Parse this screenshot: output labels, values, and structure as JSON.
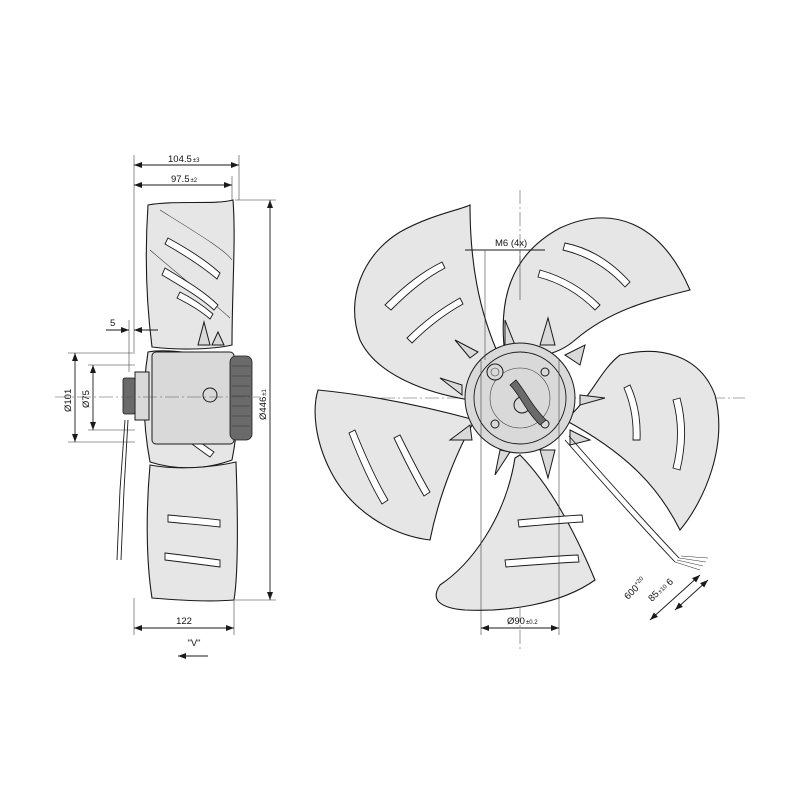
{
  "side_view": {
    "dim_width_overall": "104.5",
    "dim_width_overall_tol": "±3",
    "dim_width_blade": "97.5",
    "dim_width_blade_tol": "±2",
    "dim_offset": "5",
    "dim_dia_101": "Ø101",
    "dim_dia_75": "Ø75",
    "dim_dia_446": "Ø446",
    "dim_dia_446_tol": "±1",
    "dim_depth": "122",
    "view_label": "\"V\""
  },
  "front_view": {
    "thread_label": "M6 (4x)",
    "dim_dia_90": "Ø90",
    "dim_dia_90_tol": "±0.2",
    "cable_len": "600",
    "cable_len_tol": "+20",
    "strip_len": "85",
    "strip_len_tol": "±10",
    "strip_end": "6"
  },
  "colors": {
    "line": "#1a1a1a",
    "blade_fill": "#e6e6e6",
    "background": "#ffffff"
  },
  "icons": {
    "view_arrow": "arrow-left-icon"
  }
}
